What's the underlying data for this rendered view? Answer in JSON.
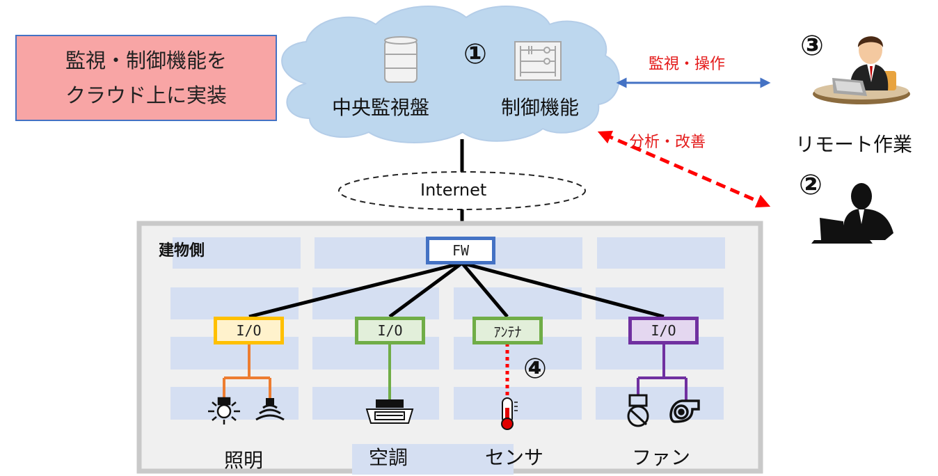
{
  "callout": {
    "line1": "監視・制御機能を",
    "line2": "クラウド上に実装"
  },
  "cloud": {
    "number": "①",
    "central_monitor_label": "中央監視盤",
    "control_label": "制御機能",
    "database_icon": "database-icon",
    "ladder_icon": "ladder-diagram-icon"
  },
  "internet": {
    "label": "Internet"
  },
  "links": {
    "monitor_operate_label": "監視・操作",
    "analysis_label": "分析・改善"
  },
  "remote": {
    "number": "③",
    "label": "リモート作業",
    "icon": "operator-at-laptop-icon"
  },
  "analyst": {
    "number": "②",
    "icon": "silhouette-person-at-laptop-icon"
  },
  "building": {
    "label": "建物側",
    "firewall_label": "FW",
    "nodes": [
      {
        "label": "I/O",
        "color": "#ffc000",
        "fill": "#fff2cc",
        "device": "照明",
        "icons": [
          "light-bulb-icon",
          "speaker-icon"
        ]
      },
      {
        "label": "I/O",
        "color": "#70ad47",
        "fill": "#e2efda",
        "device": "空調",
        "icons": [
          "ceiling-ac-icon"
        ]
      },
      {
        "label": "ｱﾝﾃﾅ",
        "color": "#70ad47",
        "fill": "#e2efda",
        "device": "センサ",
        "icons": [
          "thermometer-icon"
        ]
      },
      {
        "label": "I/O",
        "color": "#7030a0",
        "fill": "#e4d7f0",
        "device": "ファン",
        "icons": [
          "damper-icon",
          "fan-icon"
        ]
      }
    ],
    "wireless_number": "④"
  },
  "colors": {
    "cloud_fill": "#bdd7ee",
    "firewall_border": "#4472c4",
    "monitor_arrow": "#4472c4",
    "analysis_arrow": "#ff0000",
    "label_red": "#e41a1a"
  }
}
